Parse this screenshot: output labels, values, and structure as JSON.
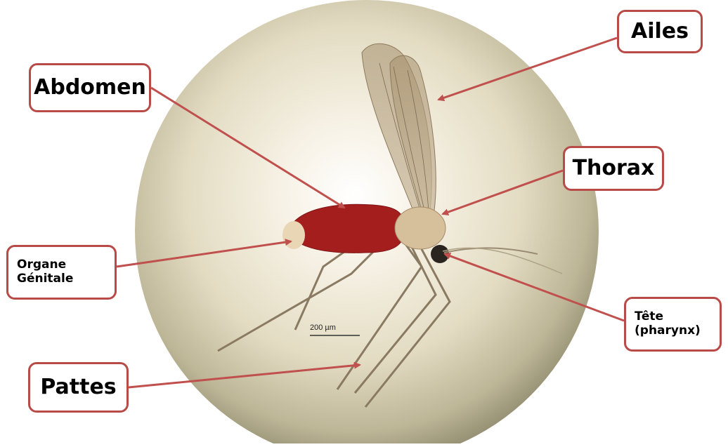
{
  "labels": {
    "ailes": "Ailes",
    "abdomen": "Abdomen",
    "thorax": "Thorax",
    "organe_line1": "Organe",
    "organe_line2": "Génitale",
    "tete_line1": "Tête",
    "tete_line2": "(pharynx)",
    "pattes": "Pattes"
  },
  "scale_bar": "200 µm",
  "colors": {
    "arrow": "#c0504d",
    "box_border": "#b84a47",
    "abdomen_red": "#a51e1e",
    "circle_light": "#fbf7ee",
    "circle_dark": "#8f8a6e"
  }
}
